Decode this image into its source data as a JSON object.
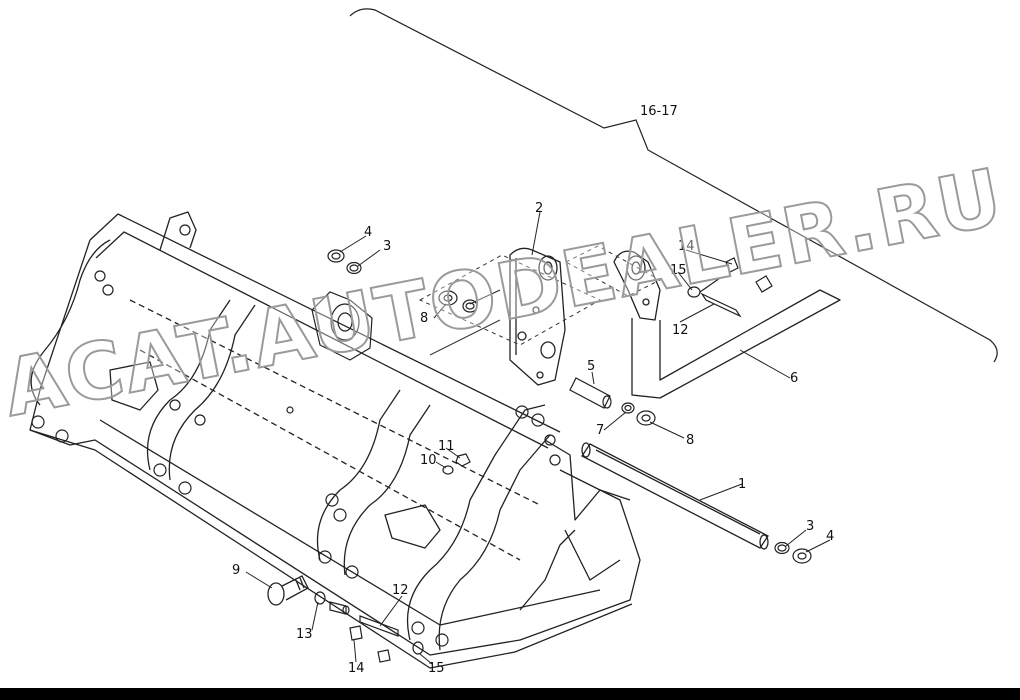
{
  "drawing": {
    "group_label": "16-17",
    "callouts": [
      {
        "id": "c1",
        "text": "1"
      },
      {
        "id": "c2",
        "text": "2"
      },
      {
        "id": "c3a",
        "text": "3"
      },
      {
        "id": "c3b",
        "text": "3"
      },
      {
        "id": "c4a",
        "text": "4"
      },
      {
        "id": "c4b",
        "text": "4"
      },
      {
        "id": "c5",
        "text": "5"
      },
      {
        "id": "c6",
        "text": "6"
      },
      {
        "id": "c7",
        "text": "7"
      },
      {
        "id": "c8a",
        "text": "8"
      },
      {
        "id": "c8b",
        "text": "8"
      },
      {
        "id": "c9",
        "text": "9"
      },
      {
        "id": "c10",
        "text": "10"
      },
      {
        "id": "c11",
        "text": "11"
      },
      {
        "id": "c12a",
        "text": "12"
      },
      {
        "id": "c12b",
        "text": "12"
      },
      {
        "id": "c13",
        "text": "13"
      },
      {
        "id": "c14a",
        "text": "14"
      },
      {
        "id": "c14b",
        "text": "14"
      },
      {
        "id": "c15a",
        "text": "15"
      },
      {
        "id": "c15b",
        "text": "15"
      }
    ]
  },
  "watermark": {
    "text": "ACAT.AUTODEALER.RU"
  }
}
